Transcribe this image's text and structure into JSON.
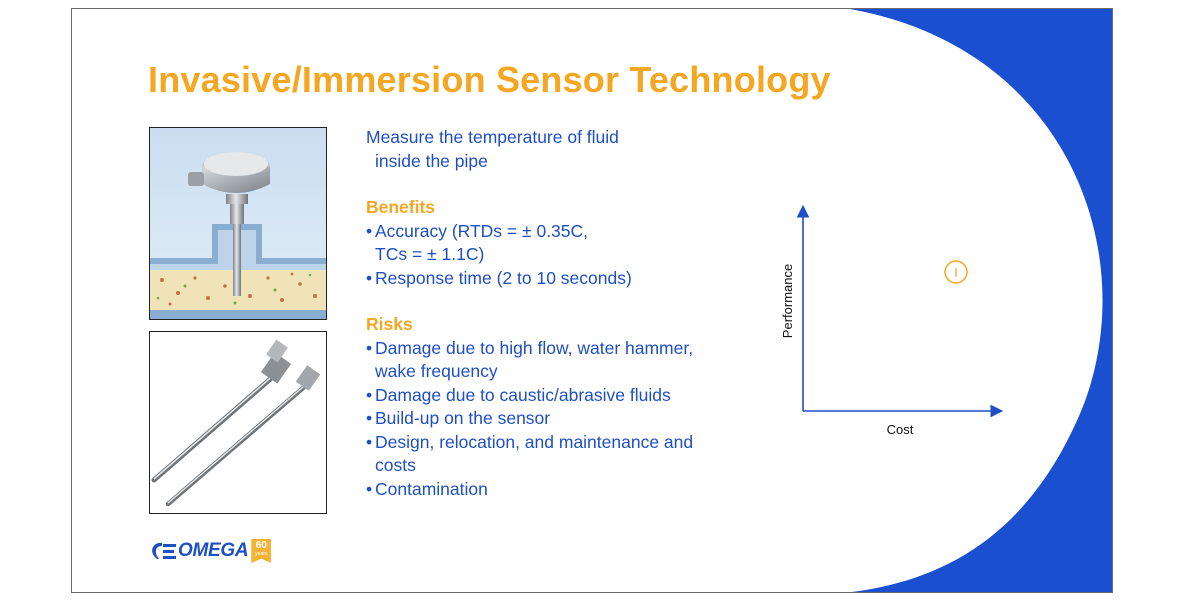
{
  "slide": {
    "title": "Invasive/Immersion Sensor Technology",
    "intro": {
      "line1": "Measure the temperature of fluid",
      "line2": "inside the pipe"
    },
    "benefits": {
      "heading": "Benefits",
      "items": [
        {
          "line1": "Accuracy (RTDs = ± 0.35C,",
          "line2": "TCs = ± 1.1C)"
        },
        {
          "line1": "Response time (2 to 10 seconds)",
          "line2": ""
        }
      ]
    },
    "risks": {
      "heading": "Risks",
      "items": [
        {
          "line1": "Damage due to high flow, water hammer,",
          "line2": "wake frequency"
        },
        {
          "line1": "Damage due to caustic/abrasive fluids",
          "line2": ""
        },
        {
          "line1": "Build-up on the sensor",
          "line2": ""
        },
        {
          "line1": "Design, relocation, and maintenance and",
          "line2": "costs"
        },
        {
          "line1": "Contamination",
          "line2": ""
        }
      ]
    },
    "images": {
      "top": "immersion-sensor-in-pipe-illustration",
      "bottom": "rtd-probe-photo"
    },
    "chart": {
      "xlabel": "Cost",
      "ylabel": "Performance",
      "marker_label": "I"
    },
    "logo": {
      "text": "OMEGA",
      "badge_number": "60",
      "badge_sub": "years"
    },
    "colors": {
      "title": "#f5a623",
      "body": "#1f4fc4",
      "accent_bg": "#1a4fcf"
    }
  }
}
